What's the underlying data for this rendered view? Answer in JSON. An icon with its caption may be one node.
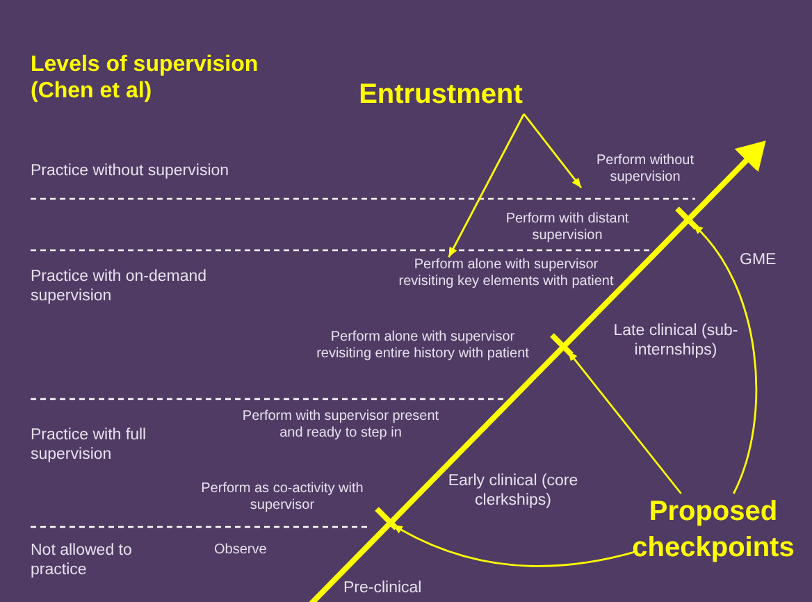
{
  "diagram": {
    "title": "Levels of supervision (Chen et al)",
    "nodes": [
      {
        "text": [
          "Entrustment"
        ]
      },
      {
        "text": [
          "Perform without supervision"
        ]
      },
      {
        "text": [
          "Perform alone with supervisor revisiting key elements with patient"
        ]
      },
      {
        "text": [
          "Proposed checkpoints"
        ]
      },
      {
        "text": [],
        "shape": "bar"
      },
      {
        "text": [],
        "shape": "bar"
      },
      {
        "text": [],
        "shape": "bar"
      }
    ],
    "edges": [
      {
        "from": 0,
        "to": 1,
        "arrow": "to"
      },
      {
        "from": 0,
        "to": 2,
        "arrow": "to"
      },
      {
        "from": 3,
        "to": 4,
        "arrow": "to"
      },
      {
        "from": 3,
        "to": 5,
        "arrow": "to"
      },
      {
        "from": 3,
        "to": 6,
        "arrow": "to"
      }
    ],
    "labels": [
      "Practice without supervision",
      "Perform with distant supervision",
      "GME",
      "Practice with on-demand supervision",
      "Late clinical (sub-internships)",
      "Perform alone with supervisor revisiting entire history with patient",
      "Perform with supervisor present and ready to step in",
      "Practice with full supervision",
      "Early clinical (core clerkships)",
      "Perform as co-activity with supervisor",
      "Not allowed to practice",
      "Observe",
      "Pre-clinical"
    ]
  }
}
